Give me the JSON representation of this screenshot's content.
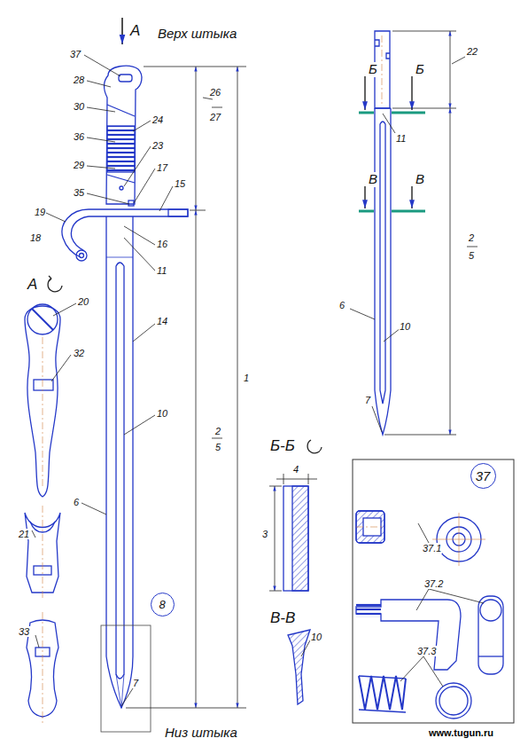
{
  "diagram": {
    "nodes": [
      {
        "text": [
          "8"
        ]
      },
      {
        "text": [
          "37"
        ]
      }
    ],
    "labels": [
      "А",
      "Верх штыка",
      "37",
      "28",
      "30",
      "24",
      "36",
      "23",
      "29",
      "17",
      "35",
      "15",
      "19",
      "18",
      "16",
      "11",
      "14",
      "10",
      "6",
      "А",
      "20",
      "32",
      "21",
      "33",
      "2",
      "5",
      "1",
      "26",
      "27",
      "7",
      "Низ штыка",
      "Б",
      "Б",
      "22",
      "11",
      "В",
      "В",
      "2",
      "5",
      "6",
      "10",
      "7",
      "Б-Б",
      "4",
      "3",
      "В-В",
      "10",
      "37.1",
      "37.2",
      "37.3",
      "www.tugun.ru"
    ]
  }
}
